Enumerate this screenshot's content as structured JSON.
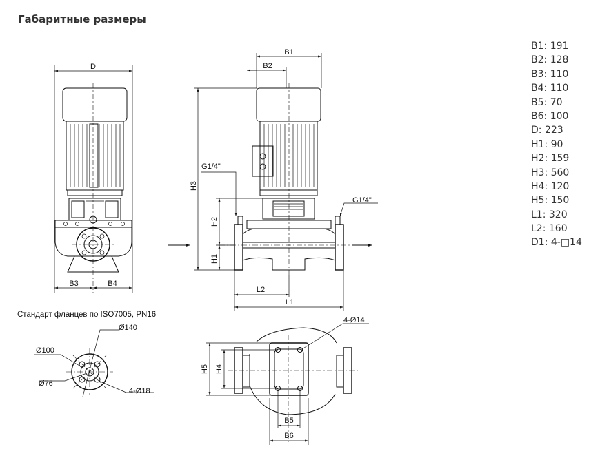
{
  "title": "Габаритные размеры",
  "dimensions": [
    {
      "label": "B1",
      "value": "191"
    },
    {
      "label": "B2",
      "value": "128"
    },
    {
      "label": "B3",
      "value": "110"
    },
    {
      "label": "B4",
      "value": "110"
    },
    {
      "label": "B5",
      "value": "70"
    },
    {
      "label": "B6",
      "value": "100"
    },
    {
      "label": "D",
      "value": "223"
    },
    {
      "label": "H1",
      "value": "90"
    },
    {
      "label": "H2",
      "value": "159"
    },
    {
      "label": "H3",
      "value": "560"
    },
    {
      "label": "H4",
      "value": "120"
    },
    {
      "label": "H5",
      "value": "150"
    },
    {
      "label": "L1",
      "value": "320"
    },
    {
      "label": "L2",
      "value": "160"
    },
    {
      "label": "D1",
      "value": "4-□14"
    }
  ],
  "drawing_labels": {
    "d": "D",
    "b1": "B1",
    "b2": "B2",
    "b3": "B3",
    "b4": "B4",
    "b5": "B5",
    "b6": "B6",
    "h1": "H1",
    "h2": "H2",
    "h3": "H3",
    "h4": "H4",
    "h5": "H5",
    "l1": "L1",
    "l2": "L2",
    "gauge_port_left": "G1/4\"",
    "gauge_port_right": "G1/4\"",
    "base_holes": "4-Ø14",
    "flange_standard": "Стандарт фланцев по ISO7005, PN16",
    "flange_outer": "Ø140",
    "flange_bolt_circle": "Ø100",
    "flange_bore": "Ø76",
    "flange_holes": "4-Ø18"
  }
}
